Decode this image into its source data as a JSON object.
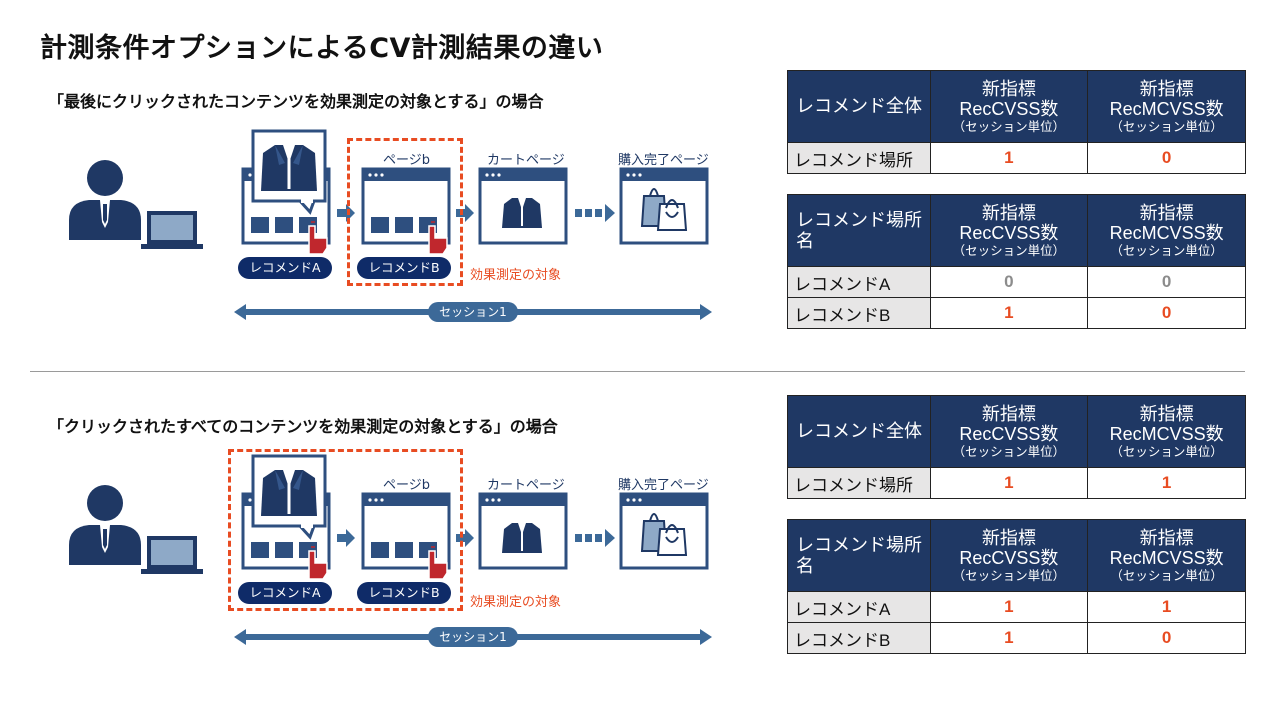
{
  "title": "計測条件オプションによるCV計測結果の違い",
  "scenarios": [
    {
      "heading": "「最後にクリックされたコンテンツを効果測定の対象とする」の場合",
      "page_b_label": "ページb",
      "cart_label": "カートページ",
      "complete_label": "購入完了ページ",
      "reco_a": "レコメンドA",
      "reco_b": "レコメンドB",
      "effect_label": "効果測定の対象",
      "session_label": "セッション1",
      "tables": [
        {
          "header": {
            "c0": "レコメンド全体",
            "c1_l1": "新指標",
            "c1_l2": "RecCVSS数",
            "c1_l3": "（セッション単位）",
            "c2_l1": "新指標",
            "c2_l2": "RecMCVSS数",
            "c2_l3": "（セッション単位）"
          },
          "rows": [
            {
              "label": "レコメンド場所",
              "v1": "1",
              "v2": "0"
            }
          ]
        },
        {
          "header": {
            "c0": "レコメンド場所名",
            "c1_l1": "新指標",
            "c1_l2": "RecCVSS数",
            "c1_l3": "（セッション単位）",
            "c2_l1": "新指標",
            "c2_l2": "RecMCVSS数",
            "c2_l3": "（セッション単位）"
          },
          "rows": [
            {
              "label": "レコメンドA",
              "v1": "0",
              "v2": "0"
            },
            {
              "label": "レコメンドB",
              "v1": "1",
              "v2": "0"
            }
          ]
        }
      ]
    },
    {
      "heading": "「クリックされたすべてのコンテンツを効果測定の対象とする」の場合",
      "page_b_label": "ページb",
      "cart_label": "カートページ",
      "complete_label": "購入完了ページ",
      "reco_a": "レコメンドA",
      "reco_b": "レコメンドB",
      "effect_label": "効果測定の対象",
      "session_label": "セッション1",
      "tables": [
        {
          "header": {
            "c0": "レコメンド全体",
            "c1_l1": "新指標",
            "c1_l2": "RecCVSS数",
            "c1_l3": "（セッション単位）",
            "c2_l1": "新指標",
            "c2_l2": "RecMCVSS数",
            "c2_l3": "（セッション単位）"
          },
          "rows": [
            {
              "label": "レコメンド場所",
              "v1": "1",
              "v2": "1"
            }
          ]
        },
        {
          "header": {
            "c0": "レコメンド場所名",
            "c1_l1": "新指標",
            "c1_l2": "RecCVSS数",
            "c1_l3": "（セッション単位）",
            "c2_l1": "新指標",
            "c2_l2": "RecMCVSS数",
            "c2_l3": "（セッション単位）"
          },
          "rows": [
            {
              "label": "レコメンドA",
              "v1": "1",
              "v2": "1"
            },
            {
              "label": "レコメンドB",
              "v1": "1",
              "v2": "0"
            }
          ]
        }
      ]
    }
  ],
  "colors": {
    "navy": "#1f3864",
    "pill": "#0f2b68",
    "accent": "#e84c22",
    "session": "#3c6998",
    "gray_value": "#8c8c8c"
  }
}
